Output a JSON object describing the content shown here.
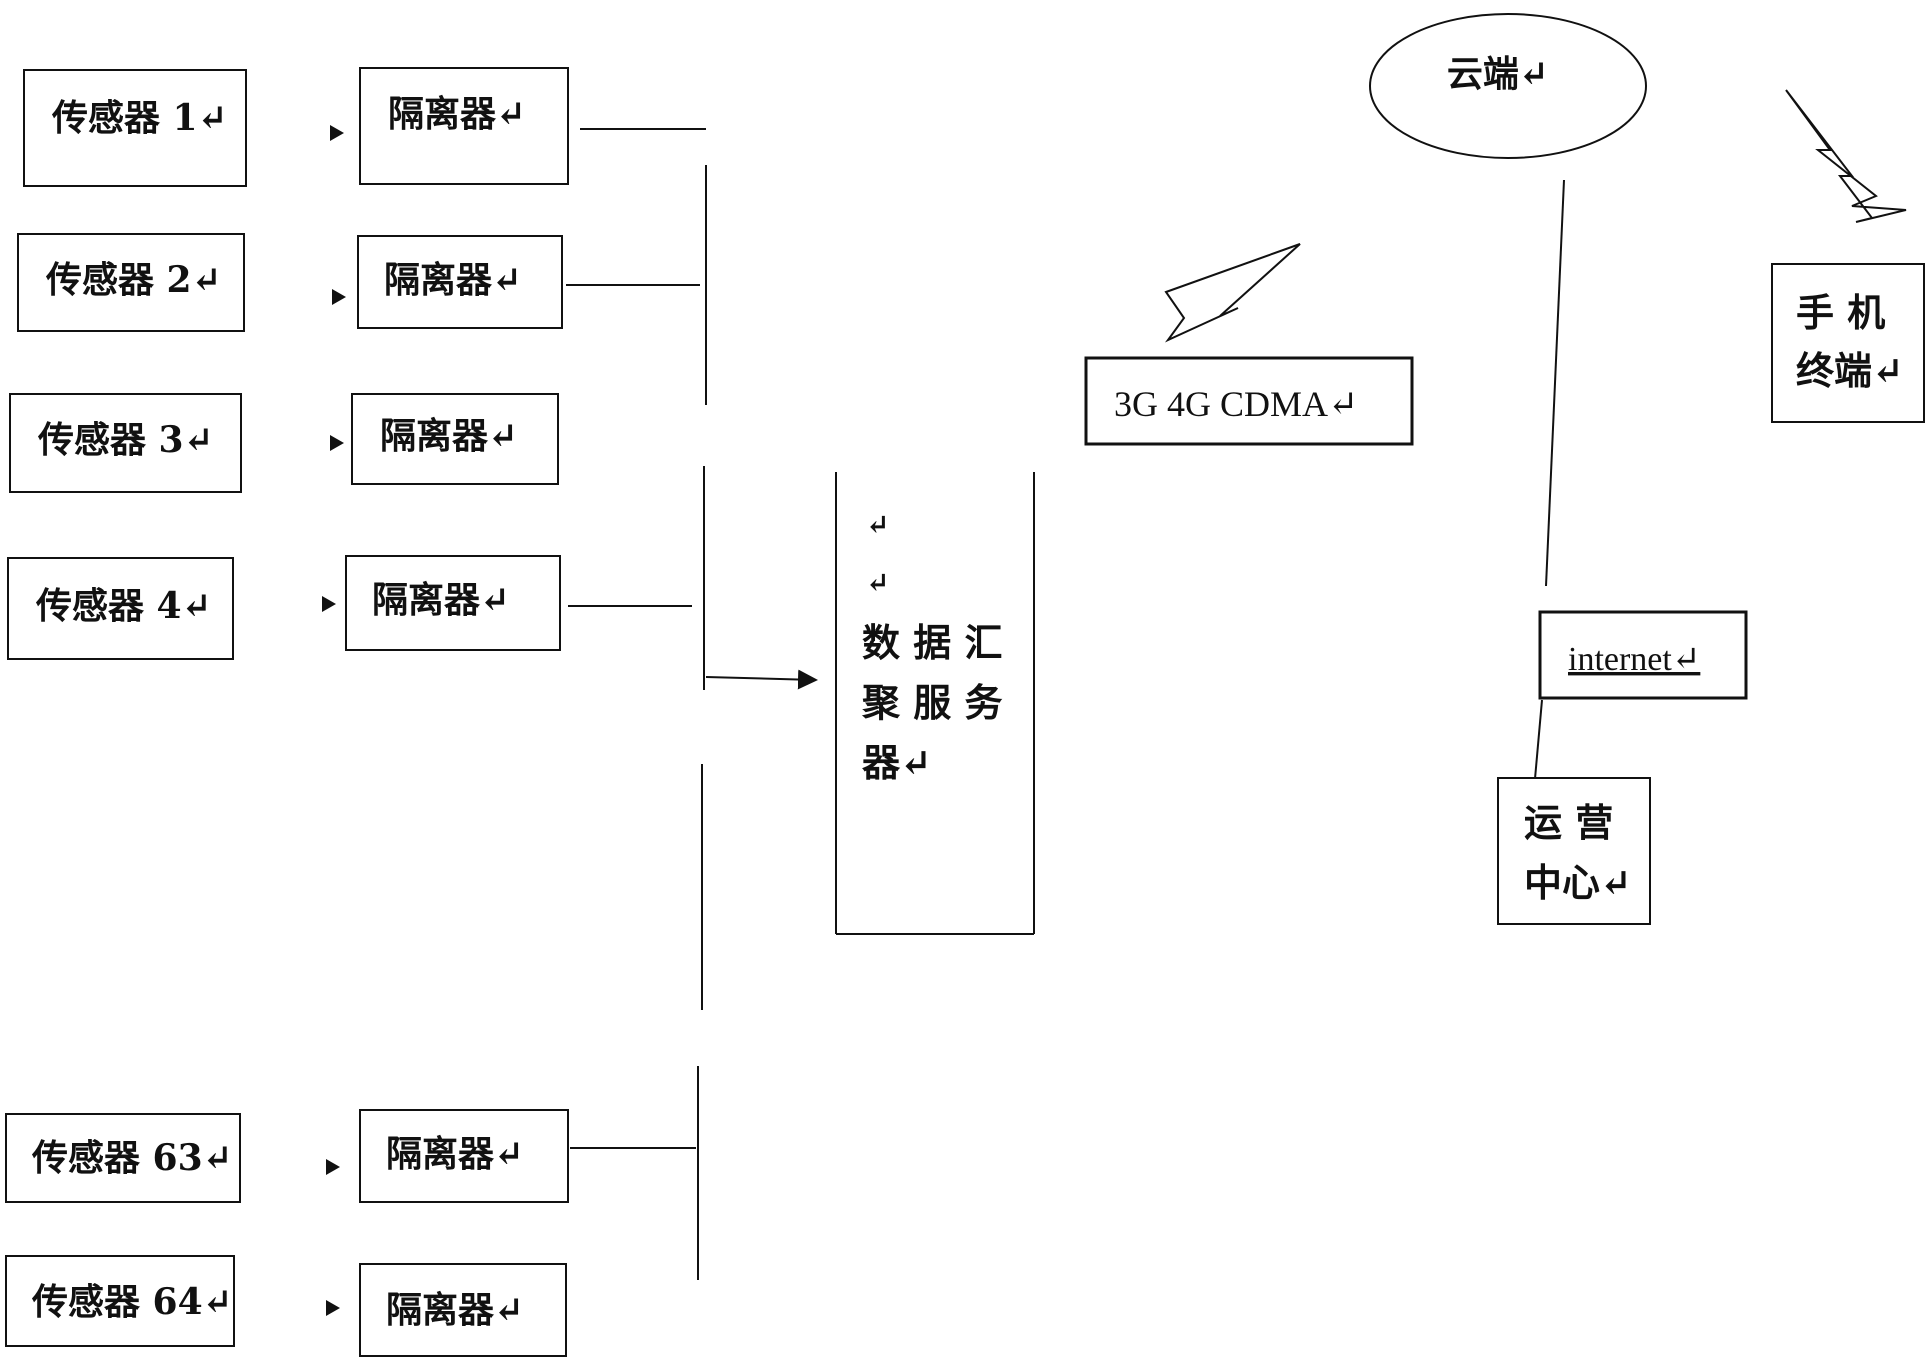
{
  "sensors": [
    {
      "label": "传感器 1↵"
    },
    {
      "label": "传感器 2↵"
    },
    {
      "label": "传感器 3↵"
    },
    {
      "label": "传感器 4↵"
    },
    {
      "label": "传感器 63↵"
    },
    {
      "label": "传感器 64↵"
    }
  ],
  "isolators": [
    {
      "label": "隔离器↵"
    },
    {
      "label": "隔离器↵"
    },
    {
      "label": "隔离器↵"
    },
    {
      "label": "隔离器↵"
    },
    {
      "label": "隔离器↵"
    },
    {
      "label": "隔离器↵"
    }
  ],
  "server": {
    "line1": "↵",
    "line2": "↵",
    "line3": "数 据 汇",
    "line4": "聚 服 务",
    "line5": "器↵"
  },
  "network": {
    "label": "3G 4G CDMA↵"
  },
  "cloud": {
    "label": "云端↵"
  },
  "phone": {
    "line1": "手 机",
    "line2": "终端↵"
  },
  "internet": {
    "label": "internet↵"
  },
  "ops_center": {
    "line1": "运 营",
    "line2": "中心↵"
  }
}
